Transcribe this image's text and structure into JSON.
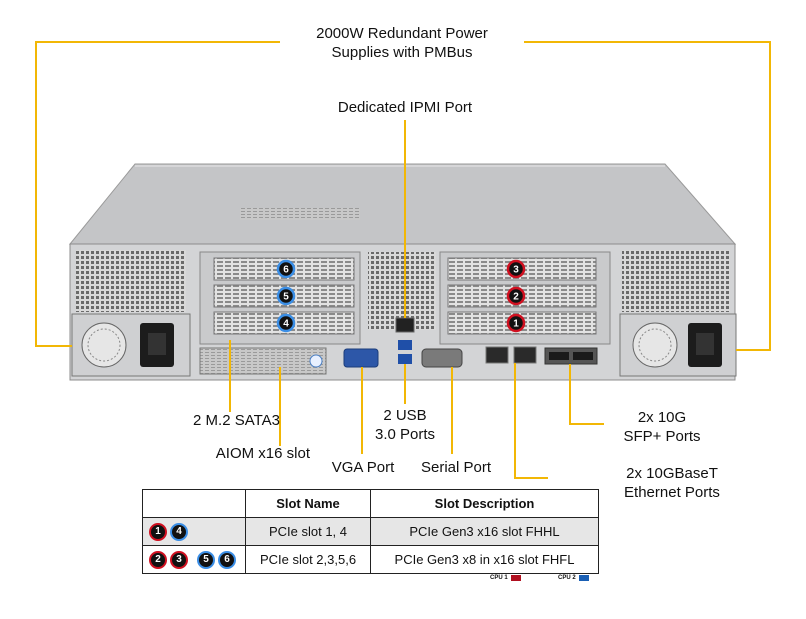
{
  "labels": {
    "psu_line1": "2000W Redundant Power",
    "psu_line2": "Supplies with PMBus",
    "ipmi": "Dedicated IPMI Port",
    "m2": "2 M.2 SATA3",
    "aiom": "AIOM x16 slot",
    "usb_line1": "2 USB",
    "usb_line2": "3.0 Ports",
    "vga": "VGA Port",
    "serial": "Serial Port",
    "sfp_line1": "2x 10G",
    "sfp_line2": "SFP+ Ports",
    "eth_line1": "2x 10GBaseT",
    "eth_line2": "Ethernet Ports"
  },
  "slot_badges": {
    "left": [
      "6",
      "5",
      "4"
    ],
    "right": [
      "3",
      "2",
      "1"
    ]
  },
  "table": {
    "headers": [
      "",
      "Slot Name",
      "Slot Description"
    ],
    "rows": [
      {
        "badges": [
          "1",
          "4"
        ],
        "badge_colors": [
          "red",
          "blue"
        ],
        "name": "PCIe slot 1, 4",
        "description": "PCIe Gen3 x16 slot FHHL"
      },
      {
        "badges": [
          "2",
          "3",
          "5",
          "6"
        ],
        "badge_colors": [
          "red",
          "red",
          "blue",
          "blue"
        ],
        "name": "PCIe slot 2,3,5,6",
        "description": "PCIe Gen3 x8 in x16 slot FHFL"
      }
    ]
  },
  "legend": [
    {
      "label": "CPU 1",
      "color": "#b01020"
    },
    {
      "label": "CPU 2",
      "color": "#1a5fb4"
    }
  ],
  "colors": {
    "callout_line": "#f2b705",
    "cpu1_ring": "#d01020",
    "cpu2_ring": "#3a8ee6",
    "chassis": "#cfd0d2"
  }
}
